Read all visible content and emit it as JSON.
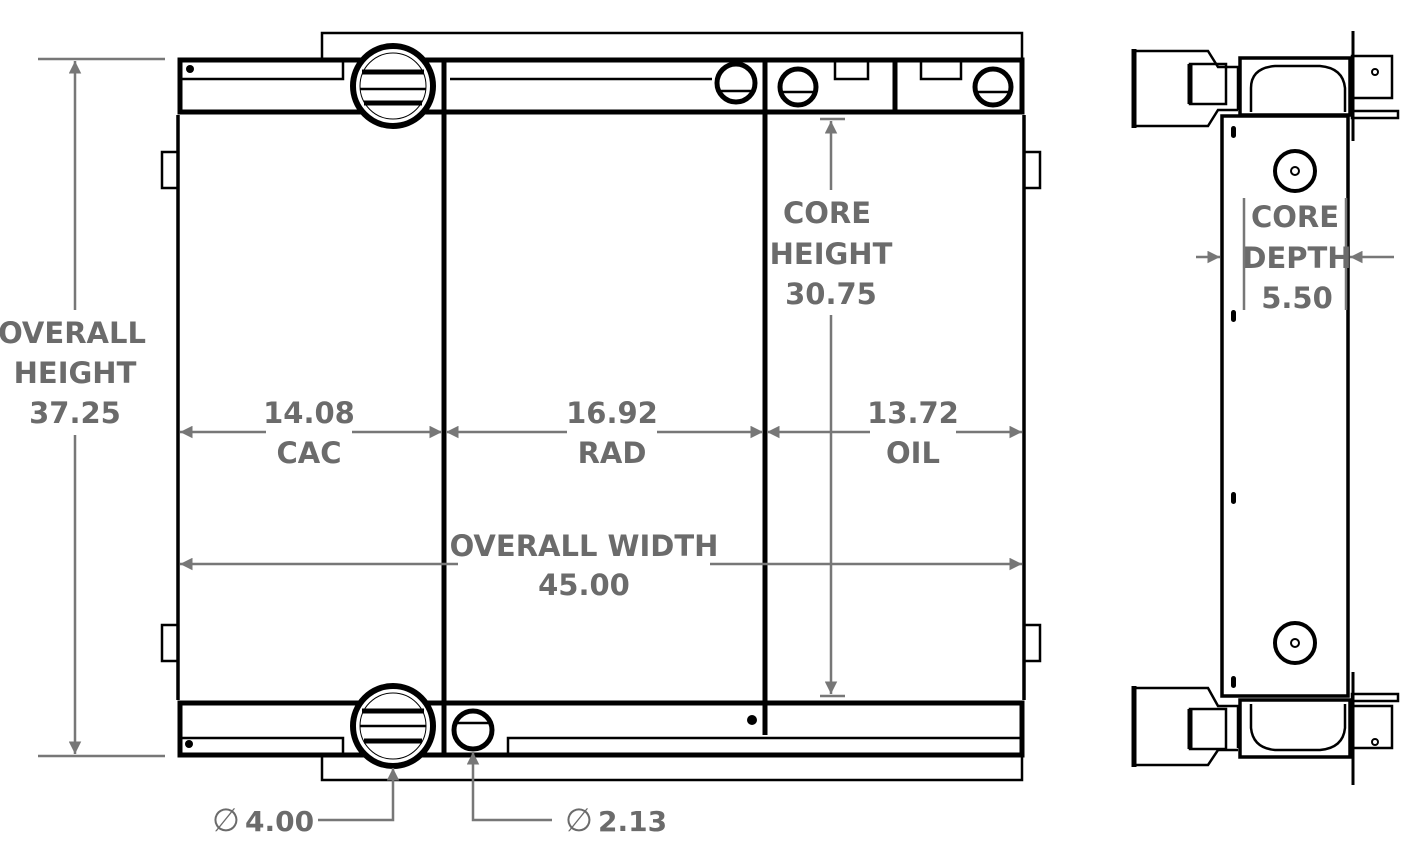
{
  "front_view": {
    "overall_height": {
      "line1": "OVERALL",
      "line2": "HEIGHT",
      "value": "37.25"
    },
    "core_height": {
      "line1": "CORE",
      "line2": "HEIGHT",
      "value": "30.75"
    },
    "overall_width": {
      "line1": "OVERALL WIDTH",
      "value": "45.00"
    },
    "sections": [
      {
        "value": "14.08",
        "name": "CAC"
      },
      {
        "value": "16.92",
        "name": "RAD"
      },
      {
        "value": "13.72",
        "name": "OIL"
      }
    ],
    "ports": [
      {
        "symbol": "∅",
        "value": "4.00"
      },
      {
        "symbol": "∅",
        "value": "2.13"
      }
    ]
  },
  "side_view": {
    "core_depth": {
      "line1": "CORE",
      "line2": "DEPTH",
      "value": "5.50"
    }
  },
  "colors": {
    "line": "#000000",
    "dimension": "#6b6b6b"
  }
}
